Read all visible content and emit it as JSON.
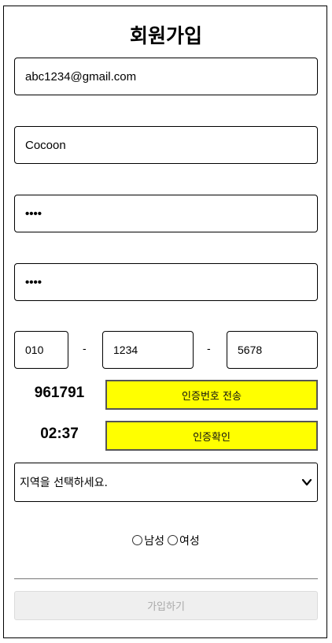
{
  "title": "회원가입",
  "email": {
    "value": "abc1234@gmail.com"
  },
  "name": {
    "value": "Cocoon"
  },
  "password": {
    "masked": "••••"
  },
  "password_confirm": {
    "masked": "••••"
  },
  "phone": {
    "part1": "010",
    "separator": "-",
    "part2": "1234",
    "part3": "5678"
  },
  "verification": {
    "code": "961791",
    "send_button_label": "인증번호 전송",
    "timer": "02:37",
    "confirm_button_label": "인증확인"
  },
  "region": {
    "selected": "지역을 선택하세요."
  },
  "gender": {
    "options": [
      "남성",
      "여성"
    ]
  },
  "submit": {
    "label": "가입하기",
    "disabled": true
  },
  "colors": {
    "accent": "#ffff00",
    "border": "#000000",
    "disabled_bg": "#efefef",
    "disabled_text": "#a9a9a9"
  },
  "icons": {
    "select_arrow": "chevron-down-icon",
    "radio": "radio-icon"
  }
}
